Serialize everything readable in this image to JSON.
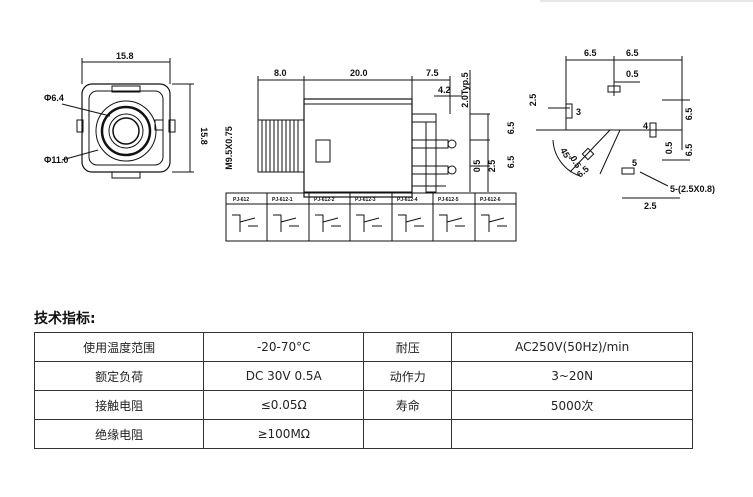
{
  "drawing": {
    "front_view": {
      "width": "15.8",
      "height": "15.8",
      "inner_dia": "Φ6.4",
      "outer_dia": "Φ11.0"
    },
    "side_view": {
      "dim_a": "8.0",
      "dim_b": "20.0",
      "dim_c": "7.5",
      "dim_d": "4.2",
      "dim_e": "2.0Typ.5",
      "thread": "M9.5X0.75",
      "pin_1": "6.5",
      "pin_2": "0.5",
      "pin_3": "2.5",
      "pin_4": "6.5"
    },
    "variants": [
      "PJ-612",
      "PJ-612-1",
      "PJ-612-2",
      "PJ-612-3",
      "PJ-612-4",
      "PJ-612-5",
      "PJ-612-6"
    ],
    "pcb_layout": {
      "top_a": "6.5",
      "top_b": "6.5",
      "top_c": "0.5",
      "left_a": "2.5",
      "pin_a": "3",
      "pin_b": "4",
      "pin_c": "5",
      "right_a": "6.5",
      "right_b": "0.5",
      "right_c": "6.5",
      "angle": "45°",
      "diag": "0.5",
      "diag_b": "6.5",
      "hole_note": "5-(2.5X0.8)",
      "bottom": "2.5"
    }
  },
  "section_title": "技术指标:",
  "specs": [
    {
      "label1": "使用温度范围",
      "value1": "-20-70°C",
      "label2": "耐压",
      "value2": "AC250V(50Hz)/min"
    },
    {
      "label1": "额定负荷",
      "value1": "DC 30V 0.5A",
      "label2": "动作力",
      "value2": "3~20N"
    },
    {
      "label1": "接触电阻",
      "value1": "≤0.05Ω",
      "label2": "寿命",
      "value2": "5000次"
    },
    {
      "label1": "绝缘电阻",
      "value1": "≥100MΩ",
      "label2": "",
      "value2": ""
    }
  ]
}
